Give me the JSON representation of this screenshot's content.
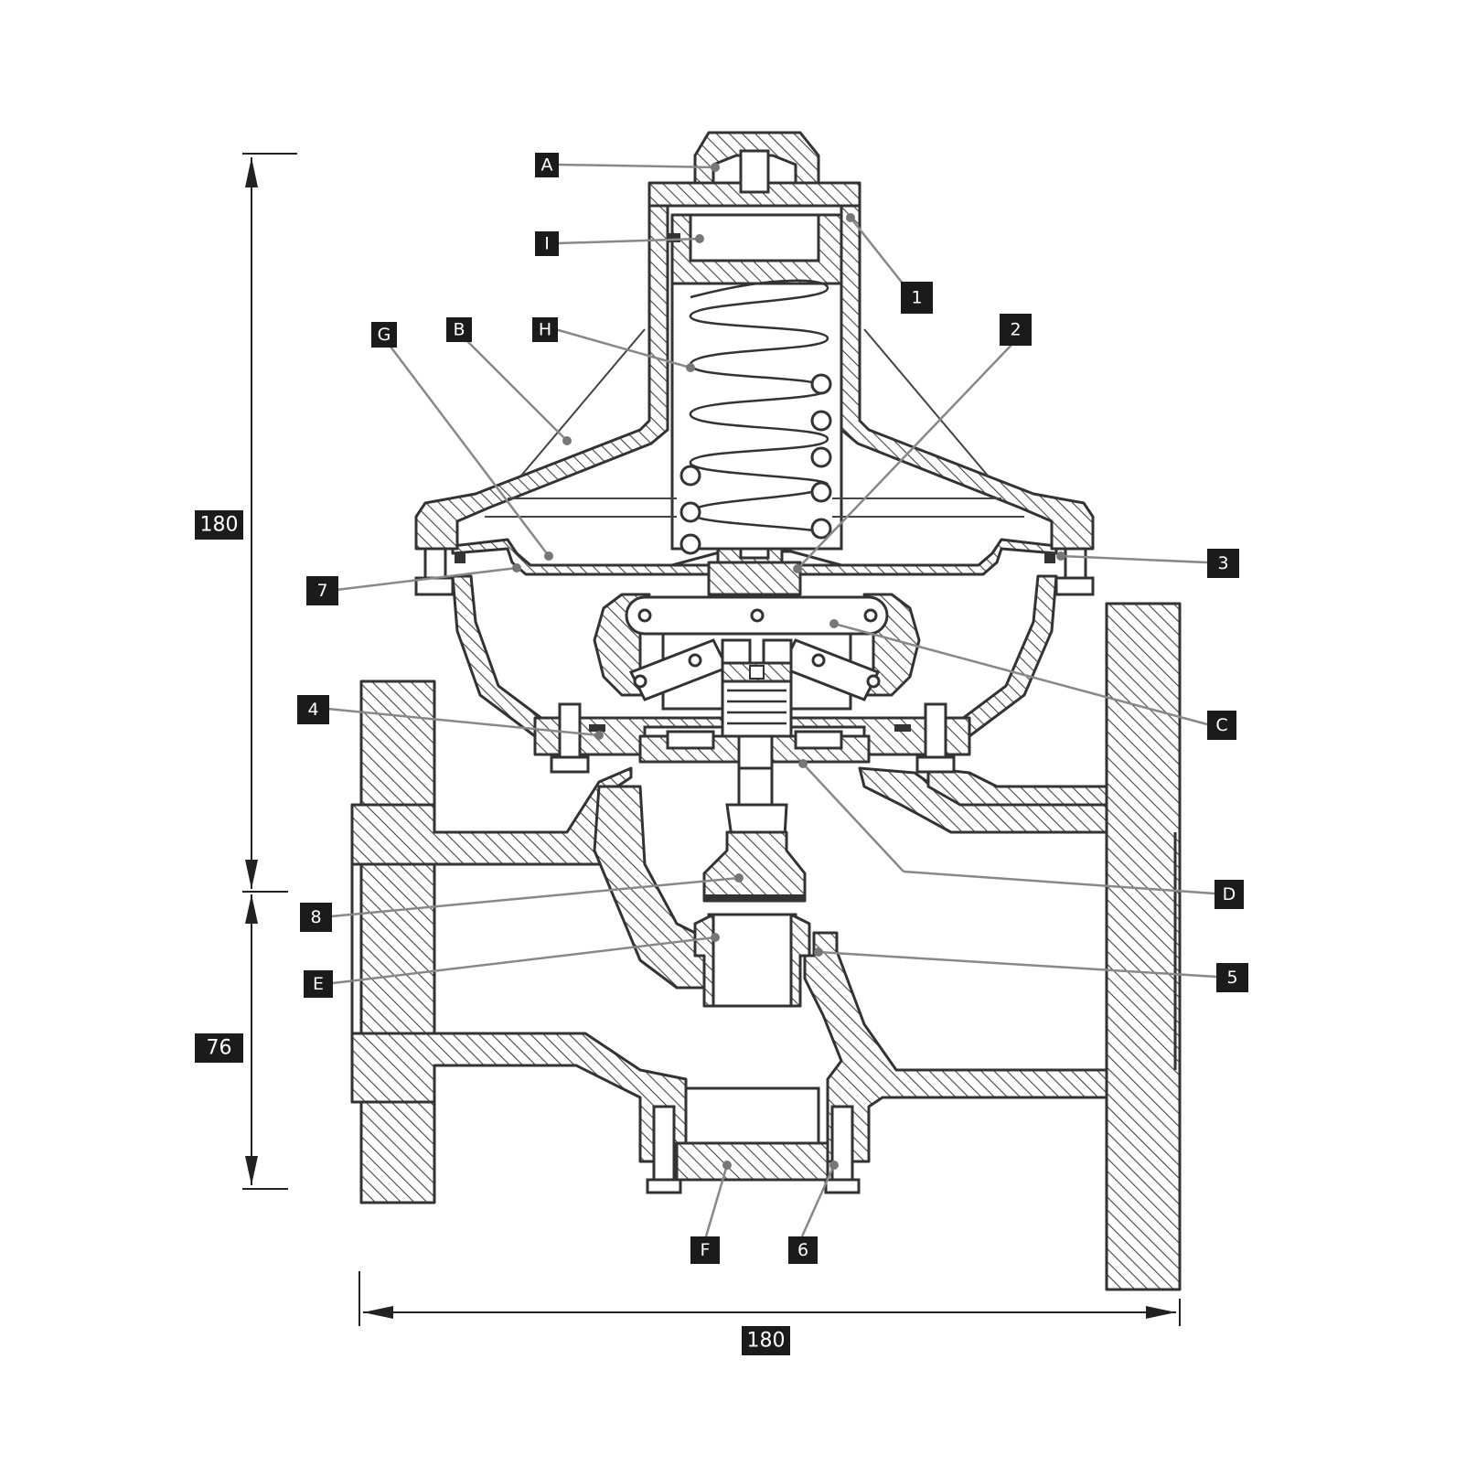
{
  "dimensions": {
    "upper_height": "180",
    "lower_height": "76",
    "width": "180"
  },
  "callouts": {
    "A": "A",
    "I": "I",
    "one": "1",
    "G": "G",
    "B": "B",
    "H": "H",
    "two": "2",
    "three": "3",
    "seven": "7",
    "C": "C",
    "four": "4",
    "D": "D",
    "eight": "8",
    "five": "5",
    "E": "E",
    "F": "F",
    "six": "6"
  }
}
